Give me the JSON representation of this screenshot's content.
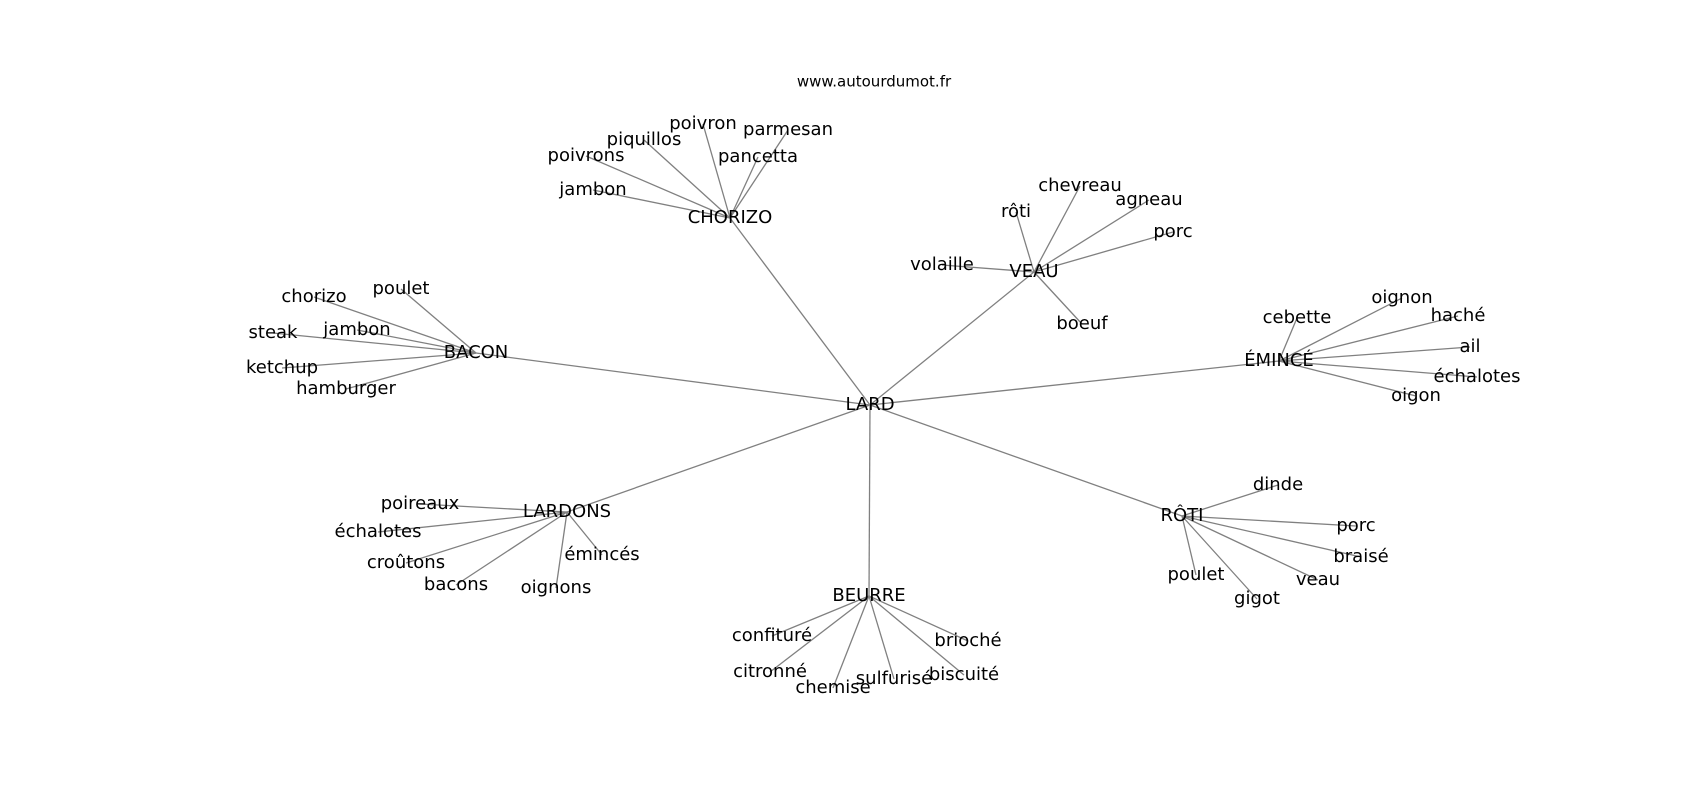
{
  "source": "www.autourdumot.fr",
  "graph": {
    "center": "LARD",
    "hubs": [
      {
        "label": "CHORIZO",
        "leaves": [
          "poivron",
          "parmesan",
          "piquillos",
          "poivrons",
          "pancetta",
          "jambon"
        ]
      },
      {
        "label": "VEAU",
        "leaves": [
          "chevreau",
          "agneau",
          "rôti",
          "porc",
          "volaille",
          "boeuf"
        ]
      },
      {
        "label": "BACON",
        "leaves": [
          "poulet",
          "chorizo",
          "jambon",
          "steak",
          "ketchup",
          "hamburger"
        ]
      },
      {
        "label": "ÉMINCÉ",
        "leaves": [
          "oignon",
          "cebette",
          "haché",
          "ail",
          "échalotes",
          "oigon"
        ]
      },
      {
        "label": "LARDONS",
        "leaves": [
          "poireaux",
          "échalotes",
          "croûtons",
          "émincés",
          "bacons",
          "oignons"
        ]
      },
      {
        "label": "RÔTI",
        "leaves": [
          "dinde",
          "porc",
          "braisé",
          "veau",
          "poulet",
          "gigot"
        ]
      },
      {
        "label": "BEURRE",
        "leaves": [
          "confituré",
          "brioché",
          "citronné",
          "biscuité",
          "sulfurisé",
          "chemise"
        ]
      }
    ]
  },
  "colors": {
    "edge": "#808080",
    "text": "#000000",
    "background": "#ffffff"
  }
}
